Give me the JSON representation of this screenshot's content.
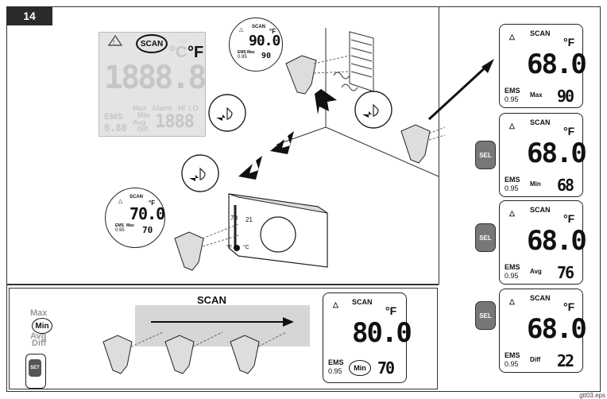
{
  "figure_number": "14",
  "footer_code": "gtt03.eps",
  "main_lcd": {
    "scan": "SCAN",
    "unit_c": "°C",
    "unit_f": "°F",
    "digits": "1888.8",
    "max": "Max",
    "min": "Min",
    "avg": "Avg",
    "diff": "Diff",
    "alarm": "Alarm",
    "hi": "HI",
    "lo": "LO",
    "ems": "EMS",
    "ems_value": "0.88",
    "small_digits": "1888"
  },
  "bubble_top": {
    "scan": "SCAN",
    "unit": "°F",
    "value": "90.0",
    "ems": "EMS",
    "ems_value": "0.95",
    "mode": "Max",
    "mode_value": "90"
  },
  "bubble_left": {
    "scan": "SCAN",
    "unit": "°F",
    "value": "70.0",
    "ems": "EMS",
    "ems_value": "0.95",
    "mode": "Max",
    "mode_value": "70"
  },
  "thermostat": {
    "scale_70": "70",
    "scale_21": "21",
    "unit_f": "°F",
    "unit_c": "°C"
  },
  "right_panels": [
    {
      "scan": "SCAN",
      "unit": "°F",
      "value": "68.0",
      "ems": "EMS",
      "ems_value": "0.95",
      "mode": "Max",
      "mode_value": "90"
    },
    {
      "scan": "SCAN",
      "unit": "°F",
      "value": "68.0",
      "ems": "EMS",
      "ems_value": "0.95",
      "mode": "Min",
      "mode_value": "68"
    },
    {
      "scan": "SCAN",
      "unit": "°F",
      "value": "68.0",
      "ems": "EMS",
      "ems_value": "0.95",
      "mode": "Avg",
      "mode_value": "76"
    },
    {
      "scan": "SCAN",
      "unit": "°F",
      "value": "68.0",
      "ems": "EMS",
      "ems_value": "0.95",
      "mode": "Diff",
      "mode_value": "22"
    }
  ],
  "sel_label": "SEL",
  "bottom": {
    "mode_max": "Max",
    "mode_min": "Min",
    "mode_avg": "Avg",
    "mode_diff": "Diff",
    "set_label": "SET",
    "scan_title": "SCAN",
    "lcd": {
      "scan": "SCAN",
      "unit": "°F",
      "value": "80.0",
      "ems": "EMS",
      "ems_value": "0.95",
      "mode": "Min",
      "mode_value": "70"
    }
  }
}
